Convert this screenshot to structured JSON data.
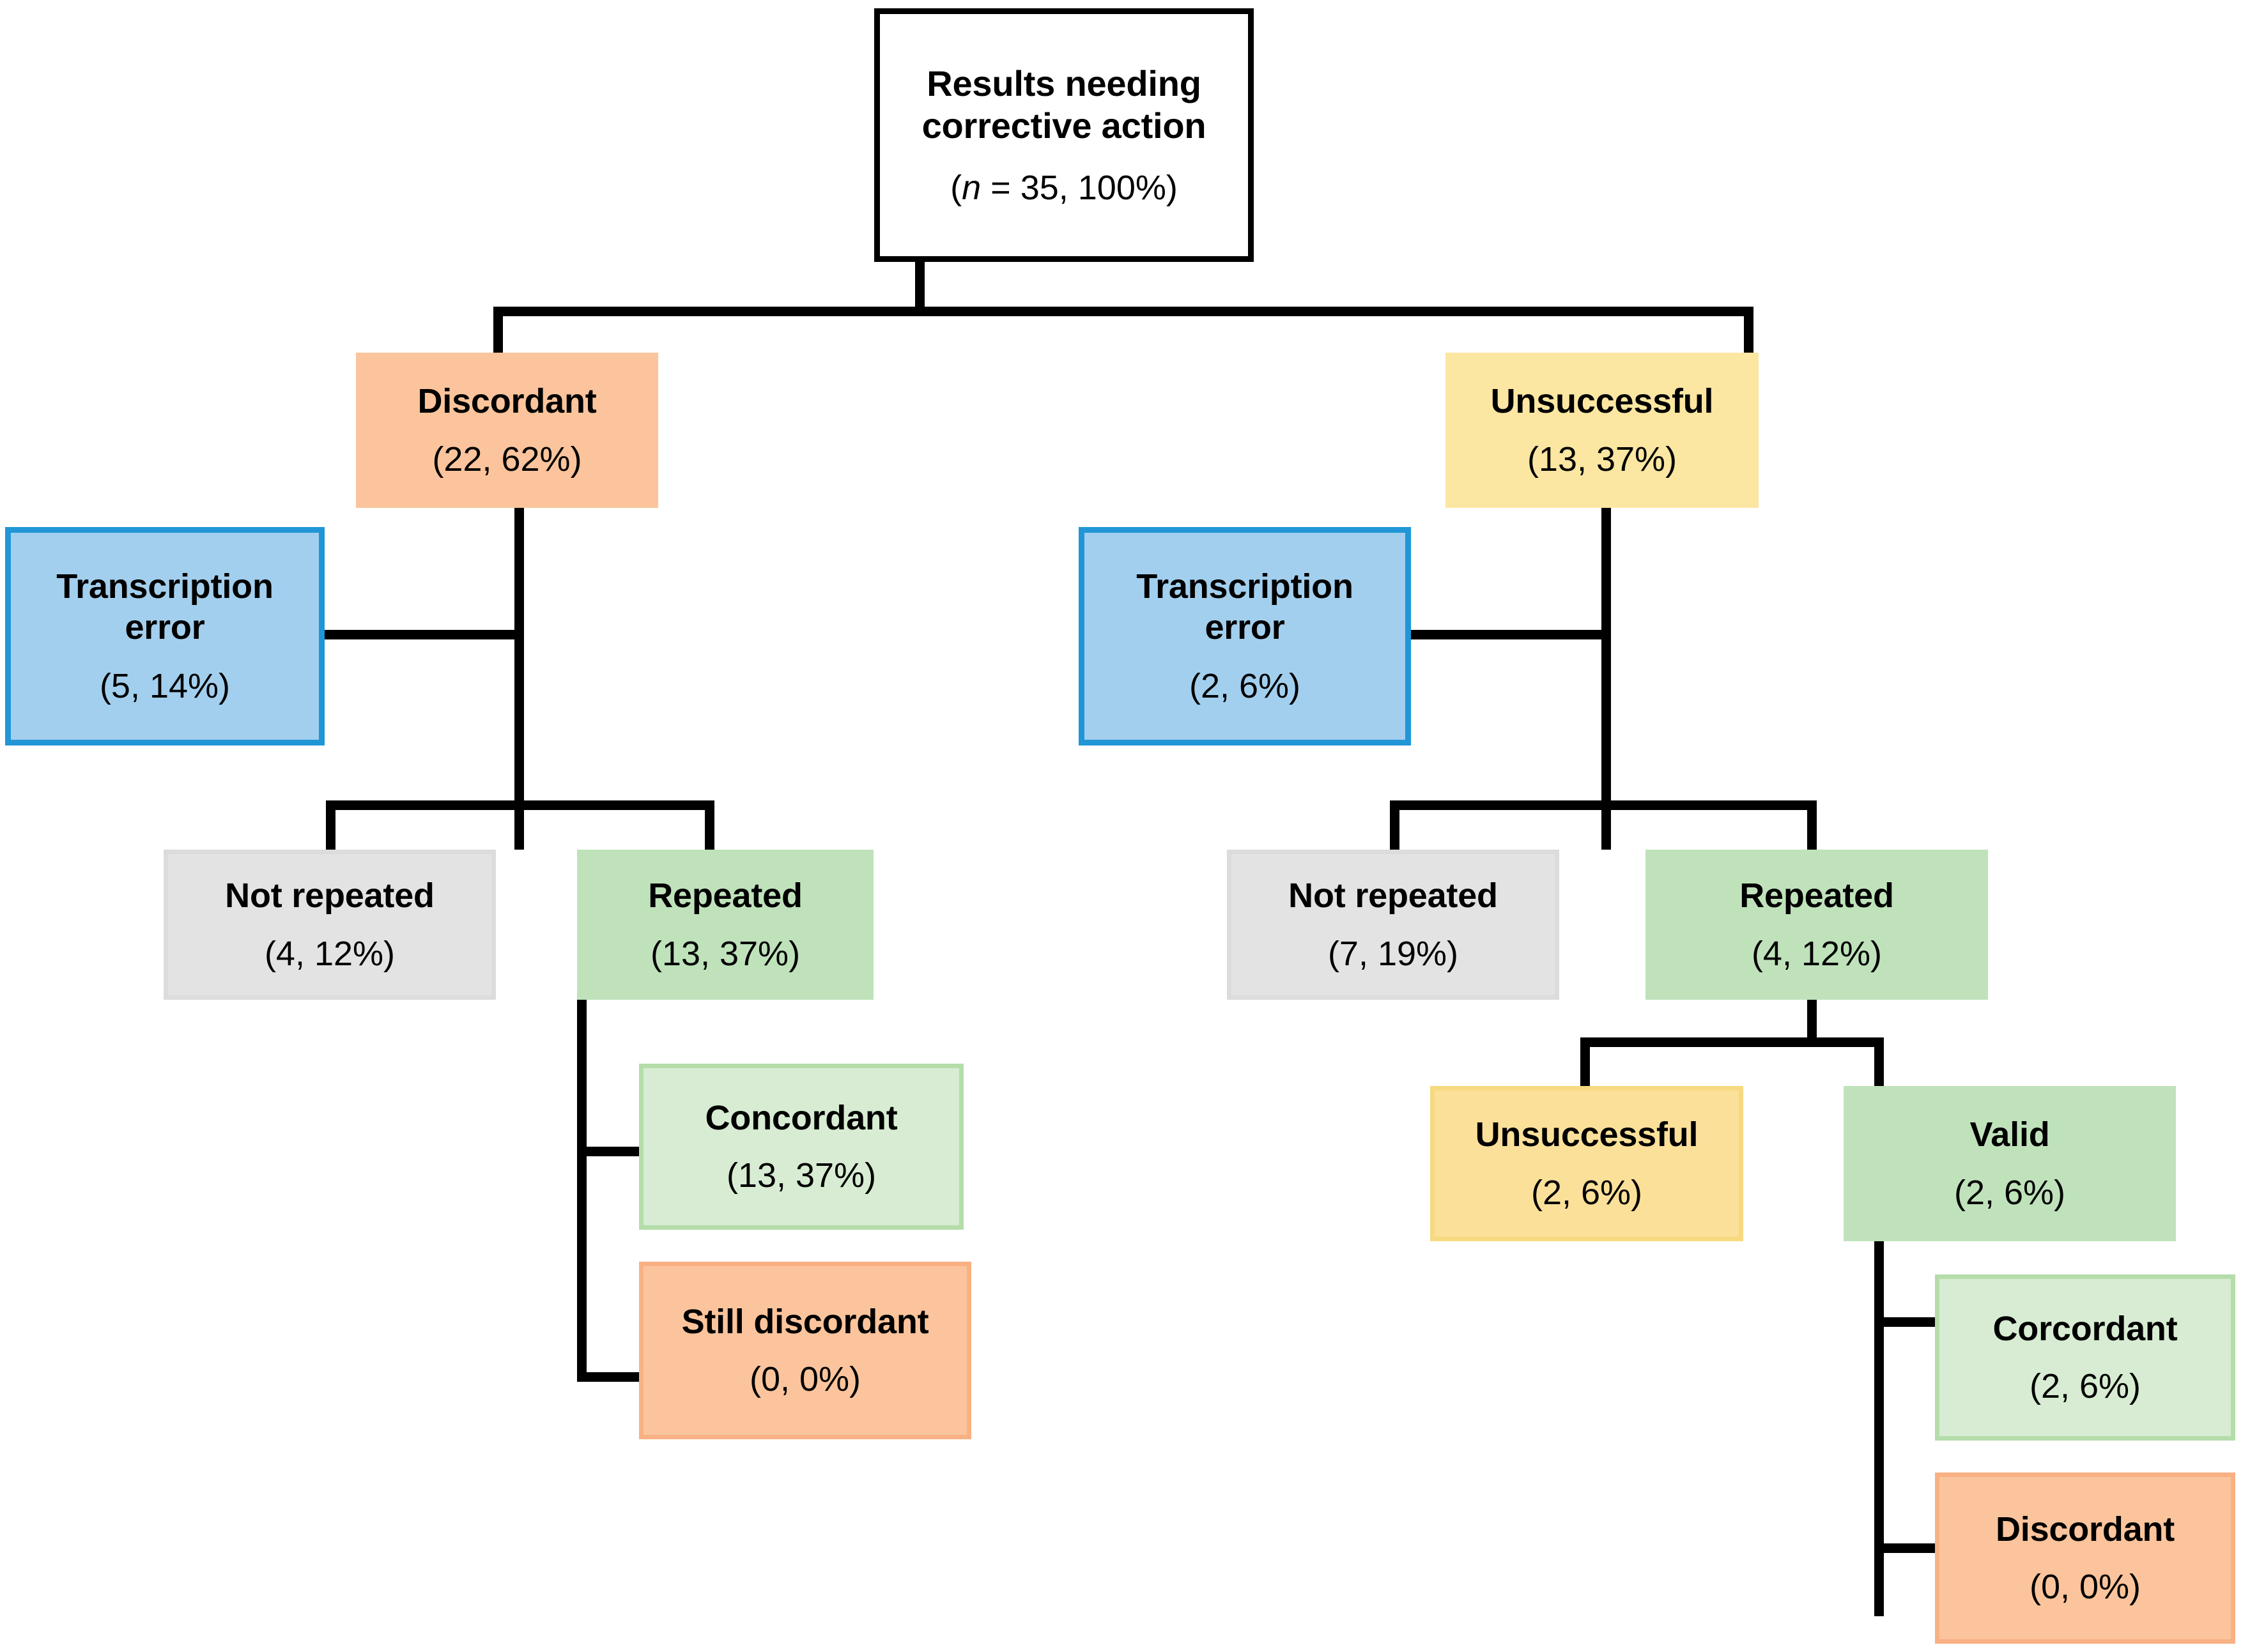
{
  "diagram": {
    "title": "Results needing corrective action flowchart",
    "colors": {
      "orange": "#fbc49c",
      "orange_light_border": "#f9b184",
      "yellow": "#fbe6a2",
      "blue_fill": "#a3cfee",
      "blue_border": "#2196d6",
      "grey": "#e3e3e3",
      "green": "#bfe2bb",
      "green_light": "#d7ecd2",
      "line": "#000000"
    }
  },
  "nodes": {
    "root": {
      "title": "Results needing corrective action",
      "title_line1": "Results needing",
      "title_line2": "corrective action",
      "count": "(n = 35, 100%)",
      "count_prefix": "(",
      "count_n": "n",
      "count_rest": " = 35, 100%)"
    },
    "discordant": {
      "title": "Discordant",
      "count": "(22, 62%)"
    },
    "unsuccessful": {
      "title": "Unsuccessful",
      "count": "(13, 37%)"
    },
    "transcription_error_left": {
      "title_line1": "Transcription",
      "title_line2": "error",
      "count": "(5, 14%)"
    },
    "transcription_error_right": {
      "title_line1": "Transcription",
      "title_line2": "error",
      "count": "(2, 6%)"
    },
    "not_repeated_left": {
      "title": "Not repeated",
      "count": "(4, 12%)"
    },
    "repeated_left": {
      "title": "Repeated",
      "count": "(13, 37%)"
    },
    "not_repeated_right": {
      "title": "Not repeated",
      "count": "(7, 19%)"
    },
    "repeated_right": {
      "title": "Repeated",
      "count": "(4, 12%)"
    },
    "concordant_left": {
      "title": "Concordant",
      "count": "(13, 37%)"
    },
    "still_discordant": {
      "title": "Still discordant",
      "count": "(0, 0%)"
    },
    "unsuccessful_right2": {
      "title": "Unsuccessful",
      "count": "(2, 6%)"
    },
    "valid": {
      "title": "Valid",
      "count": "(2, 6%)"
    },
    "corcordant": {
      "title": "Corcordant",
      "count": "(2, 6%)"
    },
    "discordant_leaf": {
      "title": "Discordant",
      "count": "(0, 0%)"
    }
  },
  "chart_data": {
    "type": "tree",
    "title": "Results needing corrective action",
    "total_n": 35,
    "nodes": [
      {
        "id": "root",
        "label": "Results needing corrective action",
        "n": 35,
        "pct": 100,
        "parent": null,
        "color": "#ffffff"
      },
      {
        "id": "discordant",
        "label": "Discordant",
        "n": 22,
        "pct": 62,
        "parent": "root",
        "color": "#fbc49c"
      },
      {
        "id": "unsuccessful",
        "label": "Unsuccessful",
        "n": 13,
        "pct": 37,
        "parent": "root",
        "color": "#fbe6a2"
      },
      {
        "id": "transcription_error_left",
        "label": "Transcription error",
        "n": 5,
        "pct": 14,
        "parent": "discordant",
        "color": "#a3cfee"
      },
      {
        "id": "not_repeated_left",
        "label": "Not repeated",
        "n": 4,
        "pct": 12,
        "parent": "discordant",
        "color": "#e3e3e3"
      },
      {
        "id": "repeated_left",
        "label": "Repeated",
        "n": 13,
        "pct": 37,
        "parent": "discordant",
        "color": "#bfe2bb"
      },
      {
        "id": "concordant_left",
        "label": "Concordant",
        "n": 13,
        "pct": 37,
        "parent": "repeated_left",
        "color": "#d7ecd2"
      },
      {
        "id": "still_discordant",
        "label": "Still discordant",
        "n": 0,
        "pct": 0,
        "parent": "repeated_left",
        "color": "#fbc49c"
      },
      {
        "id": "transcription_error_right",
        "label": "Transcription error",
        "n": 2,
        "pct": 6,
        "parent": "unsuccessful",
        "color": "#a3cfee"
      },
      {
        "id": "not_repeated_right",
        "label": "Not repeated",
        "n": 7,
        "pct": 19,
        "parent": "unsuccessful",
        "color": "#e3e3e3"
      },
      {
        "id": "repeated_right",
        "label": "Repeated",
        "n": 4,
        "pct": 12,
        "parent": "unsuccessful",
        "color": "#bfe2bb"
      },
      {
        "id": "unsuccessful_right2",
        "label": "Unsuccessful",
        "n": 2,
        "pct": 6,
        "parent": "repeated_right",
        "color": "#fbe6a2"
      },
      {
        "id": "valid",
        "label": "Valid",
        "n": 2,
        "pct": 6,
        "parent": "repeated_right",
        "color": "#bfe2bb"
      },
      {
        "id": "corcordant",
        "label": "Corcordant",
        "n": 2,
        "pct": 6,
        "parent": "valid",
        "color": "#d7ecd2"
      },
      {
        "id": "discordant_leaf",
        "label": "Discordant",
        "n": 0,
        "pct": 0,
        "parent": "valid",
        "color": "#fbc49c"
      }
    ]
  }
}
